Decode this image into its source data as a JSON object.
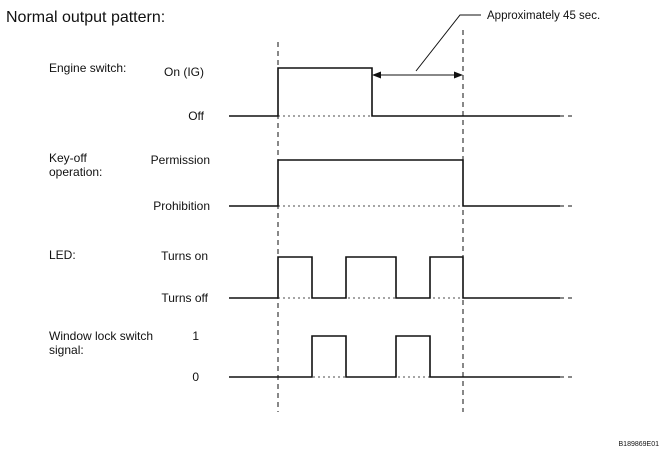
{
  "diagram": {
    "title": "Normal output pattern:",
    "annotation": "Approximately 45 sec.",
    "figure_code": "B189869E01",
    "signals": [
      {
        "label": "Engine switch:",
        "high_label": "On (IG)",
        "low_label": "Off"
      },
      {
        "label": "Key-off operation:",
        "high_label": "Permission",
        "low_label": "Prohibition"
      },
      {
        "label": "LED:",
        "high_label": "Turns on",
        "low_label": "Turns off"
      },
      {
        "label": "Window lock switch signal:",
        "high_label": "1",
        "low_label": "0"
      }
    ]
  }
}
